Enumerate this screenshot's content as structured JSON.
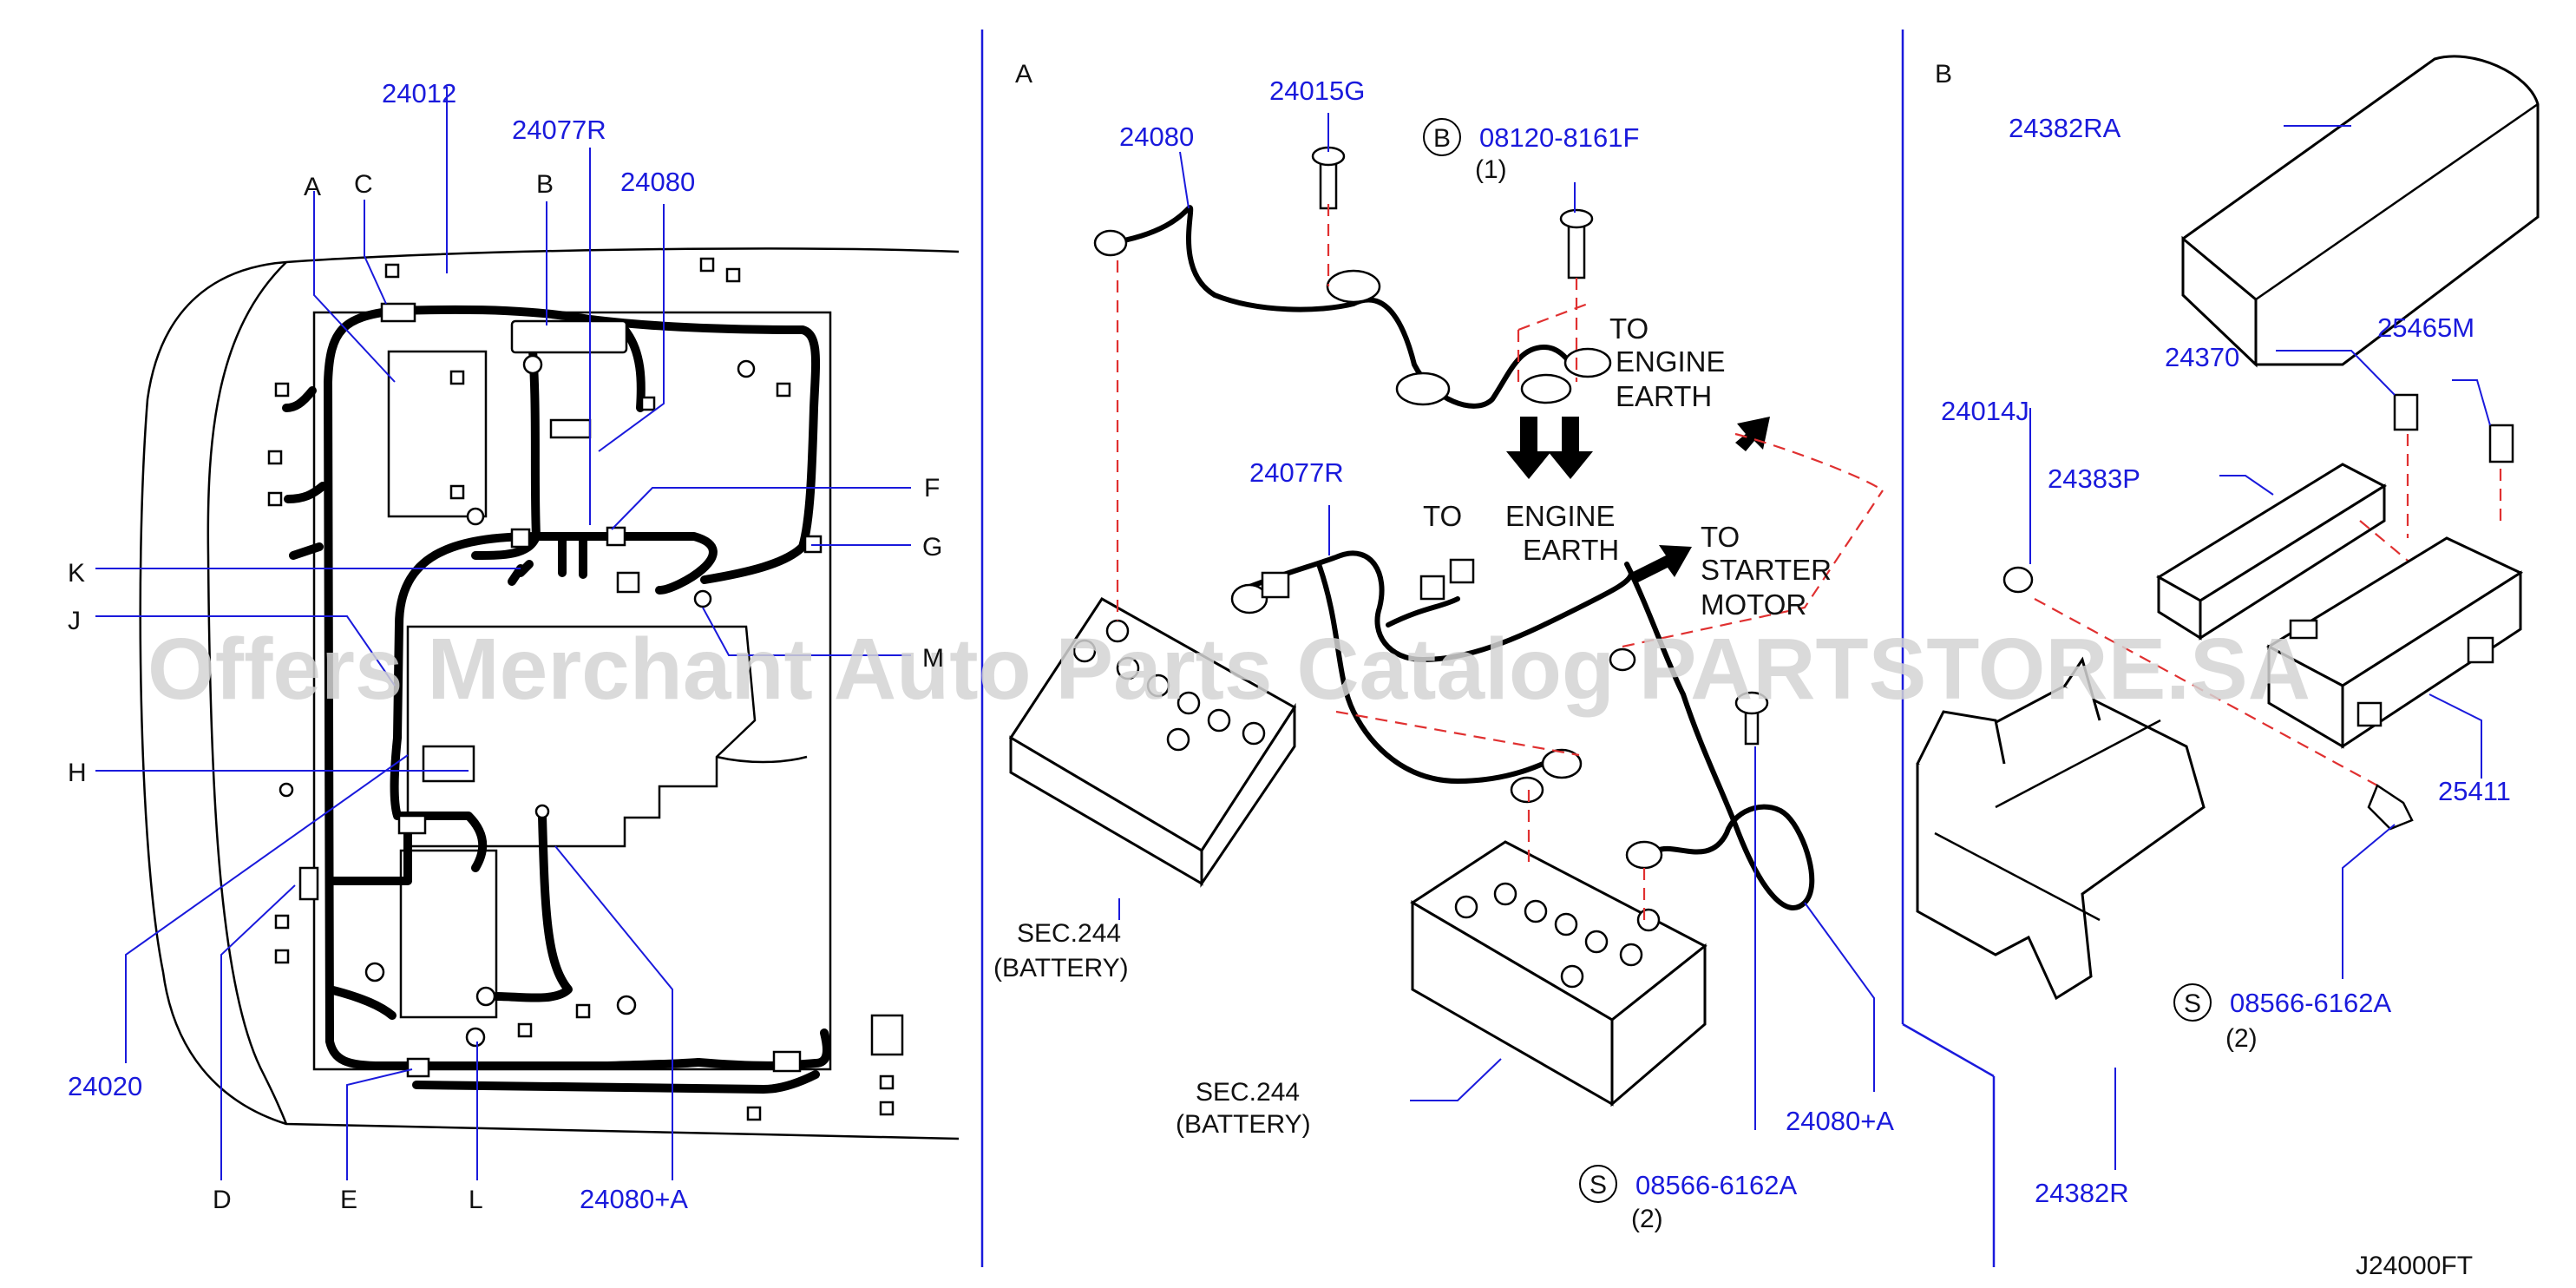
{
  "watermark": "Offers Merchant Auto Parts Catalog PARTSTORE.SA",
  "diagram_id": "J24000FT",
  "left_panel": {
    "part_labels": {
      "p24012": "24012",
      "p24077R": "24077R",
      "p24080": "24080",
      "p24020": "24020",
      "p24080A": "24080+A"
    },
    "letters": {
      "A": "A",
      "B": "B",
      "C": "C",
      "D": "D",
      "E": "E",
      "F": "F",
      "G": "G",
      "H": "H",
      "J": "J",
      "K": "K",
      "L": "L",
      "M": "M"
    }
  },
  "view_a": {
    "title": "A",
    "p24015G": "24015G",
    "p24080": "24080",
    "p24077R": "24077R",
    "p24080A": "24080+A",
    "bolt_b": {
      "symbol": "B",
      "number": "08120-8161F",
      "qty": "(1)"
    },
    "screw_s": {
      "symbol": "S",
      "number": "08566-6162A",
      "qty": "(2)"
    },
    "to_engine_earth_1": [
      "TO",
      "ENGINE",
      "EARTH"
    ],
    "to_engine_earth_2": {
      "to": "TO",
      "line1": "ENGINE",
      "line2": "EARTH"
    },
    "to_starter_motor": [
      "TO",
      "STARTER",
      "MOTOR"
    ],
    "battery_1": [
      "SEC.244",
      "(BATTERY)"
    ],
    "battery_2": [
      "SEC.244",
      "(BATTERY)"
    ]
  },
  "view_b": {
    "title": "B",
    "p24382RA": "24382RA",
    "p24370": "24370",
    "p25465M": "25465M",
    "p24014J": "24014J",
    "p24383P": "24383P",
    "p25411": "25411",
    "p24382R": "24382R",
    "screw_s": {
      "symbol": "S",
      "number": "08566-6162A",
      "qty": "(2)"
    }
  }
}
